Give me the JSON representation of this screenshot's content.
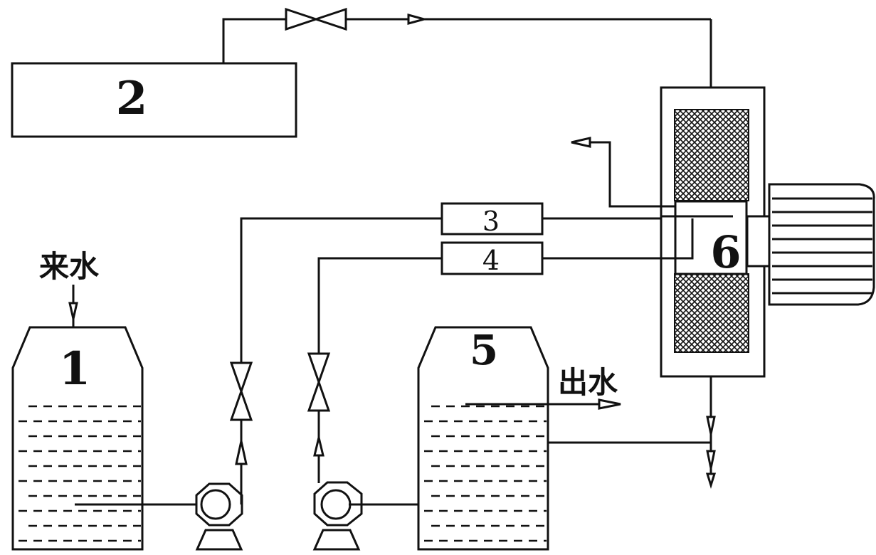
{
  "diagram": {
    "labels": {
      "tank_1": "1",
      "unit_2": "2",
      "unit_3": "3",
      "unit_4": "4",
      "tank_5": "5",
      "unit_6": "6",
      "inflow": "来水",
      "outflow": "出水"
    }
  }
}
